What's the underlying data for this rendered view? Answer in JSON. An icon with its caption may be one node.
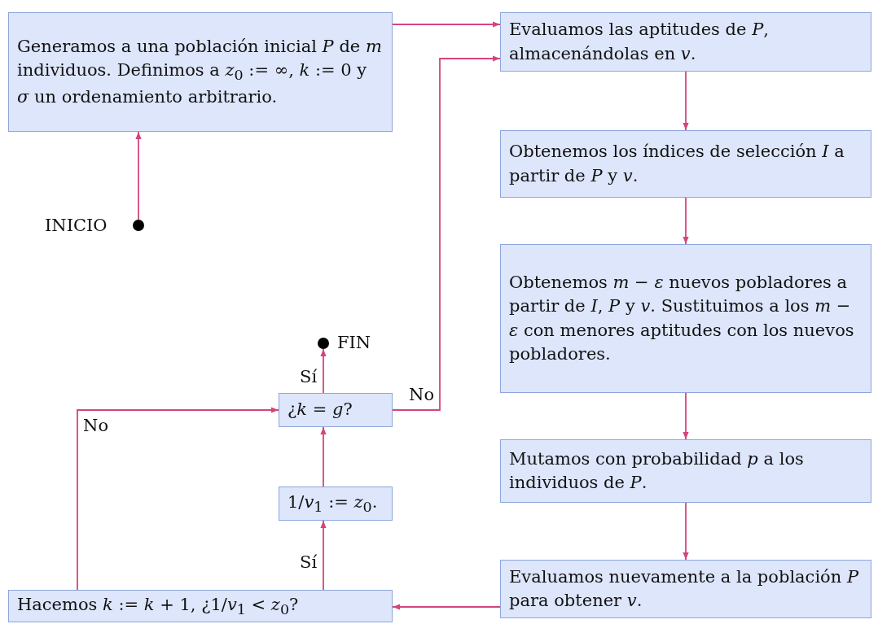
{
  "diagram": {
    "nodes": [
      {
        "text": [
          "Generamos a una población inicial *P* de *m* individuos. Definimos a *z*$_{0}$ := ∞, *k* := 0 y *σ* un ordenamiento arbitrario."
        ]
      },
      {
        "text": [
          "Evaluamos las aptitudes de *P*, almacenándolas en *v*."
        ]
      },
      {
        "text": [
          "Obtenemos los índices de selección *I* a partir de *P* y *v*."
        ]
      },
      {
        "text": [
          "Obtenemos *m* − *ε* nuevos pobladores a partir de *I*, *P* y *v*. Sustituimos a los *m* − *ε* con menores aptitudes con los nuevos pobladores."
        ]
      },
      {
        "text": [
          "Mutamos con probabilidad *p* a los individuos de *P*."
        ]
      },
      {
        "text": [
          "Evaluamos nuevamente a la población *P* para obtener *v*."
        ]
      },
      {
        "text": [
          "Hacemos *k* := *k* + 1, ¿1/*v*$_{1}$ < *z*$_{0}$?"
        ]
      },
      {
        "text": [
          "1/*v*$_{1}$ := *z*$_{0}$."
        ]
      },
      {
        "text": [
          "¿*k* = *g*?"
        ]
      },
      {
        "text": [],
        "shape": "circle",
        "beside": [
          "INICIO"
        ]
      },
      {
        "text": [],
        "shape": "circle",
        "beside": [
          "FIN"
        ]
      }
    ],
    "edges": [
      {
        "from": 9,
        "to": 0,
        "arrow": "to"
      },
      {
        "from": 0,
        "to": 1,
        "arrow": "to"
      },
      {
        "from": 1,
        "to": 2,
        "arrow": "to"
      },
      {
        "from": 2,
        "to": 3,
        "arrow": "to"
      },
      {
        "from": 3,
        "to": 4,
        "arrow": "to"
      },
      {
        "from": 4,
        "to": 5,
        "arrow": "to"
      },
      {
        "from": 5,
        "to": 6,
        "arrow": "to"
      },
      {
        "from": 6,
        "to": 7,
        "arrow": "to",
        "label": "Sí"
      },
      {
        "from": 7,
        "to": 8,
        "arrow": "to"
      },
      {
        "from": 8,
        "to": 10,
        "arrow": "to",
        "label": "Sí"
      },
      {
        "from": 8,
        "to": 1,
        "arrow": "to",
        "label": "No"
      },
      {
        "from": 6,
        "to": 8,
        "arrow": "to",
        "label": "No"
      }
    ]
  }
}
